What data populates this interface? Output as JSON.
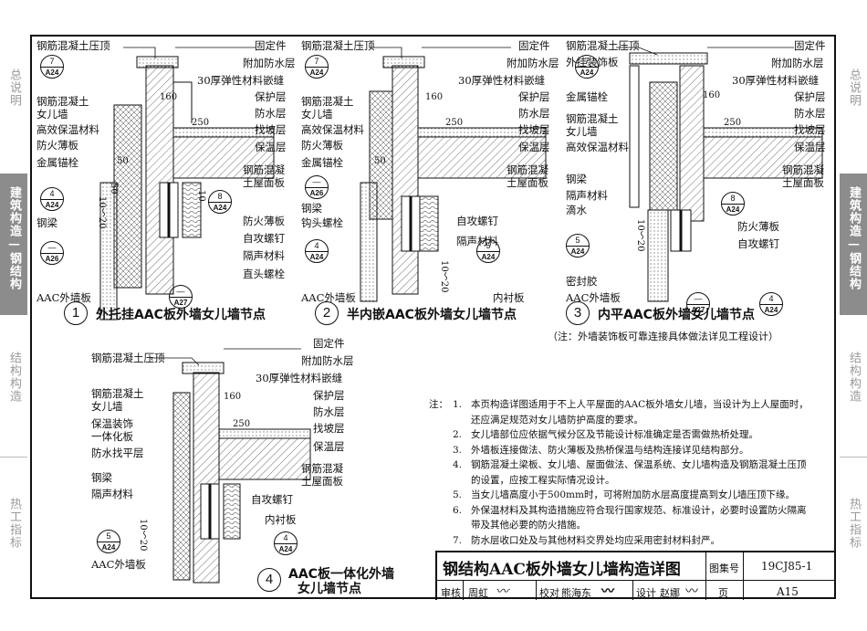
{
  "side_tabs": {
    "left": [
      {
        "label": "总说明",
        "active": false
      },
      {
        "label": "建筑构造—钢结构",
        "active": true
      },
      {
        "label": "结构构造",
        "active": false
      },
      {
        "label": "热工指标",
        "active": false
      }
    ],
    "right": [
      {
        "label": "总说明",
        "active": false
      },
      {
        "label": "建筑构造—钢结构",
        "active": true
      },
      {
        "label": "结构构造",
        "active": false
      },
      {
        "label": "热工指标",
        "active": false
      }
    ]
  },
  "detail1": {
    "number": "1",
    "title": "外托挂AAC板外墙女儿墙节点",
    "labels_left": [
      "钢筋混凝土压顶",
      "钢筋混凝土",
      "女儿墙",
      "高效保温材料",
      "防火薄板",
      "金属锚栓",
      "钢梁",
      "AAC外墙板"
    ],
    "labels_right": [
      "固定件",
      "附加防水层",
      "30厚弹性材料嵌缝",
      "保护层",
      "防水层",
      "找坡层",
      "保温层",
      "钢筋混凝",
      "土屋面板",
      "防火薄板",
      "自攻螺钉",
      "隔声材料",
      "直头螺栓"
    ],
    "dims": [
      "160",
      "250",
      "50",
      "10～20",
      "50",
      "10"
    ],
    "tags": [
      {
        "top": "7",
        "bottom": "A24"
      },
      {
        "top": "4",
        "bottom": "A24"
      },
      {
        "top": "—",
        "bottom": "A26"
      },
      {
        "top": "8",
        "bottom": "A24"
      },
      {
        "top": "—",
        "bottom": "A27"
      }
    ]
  },
  "detail2": {
    "number": "2",
    "title": "半内嵌AAC板外墙女儿墙节点",
    "labels_left": [
      "钢筋混凝土压顶",
      "钢筋混凝土",
      "女儿墙",
      "高效保温材料",
      "防火薄板",
      "金属锚栓",
      "钢梁",
      "钩头螺栓",
      "AAC外墙板"
    ],
    "labels_right": [
      "固定件",
      "附加防水层",
      "30厚弹性材料嵌缝",
      "保护层",
      "防水层",
      "找坡层",
      "保温层",
      "钢筋混凝",
      "土屋面板",
      "自攻螺钉",
      "隔声材料",
      "内衬板"
    ],
    "dims": [
      "160",
      "250",
      "50",
      "10～20"
    ],
    "tags": [
      {
        "top": "7",
        "bottom": "A24"
      },
      {
        "top": "—",
        "bottom": "A26"
      },
      {
        "top": "4",
        "bottom": "A24"
      },
      {
        "top": "5",
        "bottom": "A24"
      }
    ]
  },
  "detail3": {
    "number": "3",
    "title": "内平AAC板外墙女儿墙节点",
    "note": "（注：外墙装饰板可靠连接具体做法详见工程设计）",
    "labels_left": [
      "钢筋混凝土压顶",
      "外挂装饰板",
      "金属锚栓",
      "钢筋混凝土",
      "女儿墙",
      "高效保温材料",
      "钢梁",
      "隔声材料",
      "滴水",
      "密封胶",
      "AAC外墙板"
    ],
    "labels_right": [
      "固定件",
      "附加防水层",
      "30厚弹性材料嵌缝",
      "保护层",
      "防水层",
      "找坡层",
      "保温层",
      "钢筋混凝",
      "土屋面板",
      "防火薄板",
      "自攻螺钉"
    ],
    "dims": [
      "160",
      "250",
      "10～20"
    ],
    "tags": [
      {
        "top": "7",
        "bottom": "A24"
      },
      {
        "top": "8",
        "bottom": "A24"
      },
      {
        "top": "5",
        "bottom": "A24"
      },
      {
        "top": "—",
        "bottom": "A27"
      },
      {
        "top": "4",
        "bottom": "A24"
      }
    ]
  },
  "detail4": {
    "number": "4",
    "title_line1": "AAC板一体化外墙",
    "title_line2": "女儿墙节点",
    "labels_left": [
      "钢筋混凝土压顶",
      "钢筋混凝土",
      "女儿墙",
      "保温装饰",
      "一体化板",
      "防水找平层",
      "钢梁",
      "隔声材料",
      "AAC外墙板"
    ],
    "labels_right": [
      "固定件",
      "附加防水层",
      "30厚弹性材料嵌缝",
      "保护层",
      "防水层",
      "找坡层",
      "保温层",
      "钢筋混凝",
      "土屋面板",
      "自攻螺钉",
      "内衬板"
    ],
    "dims": [
      "160",
      "250",
      "10～20"
    ],
    "tags": [
      {
        "top": "5",
        "bottom": "A24"
      },
      {
        "top": "4",
        "bottom": "A24"
      }
    ]
  },
  "notes": {
    "heading": "注：",
    "items": [
      "本页构造详图适用于不上人平屋面的AAC板外墙女儿墙，当设计为上人屋面时，",
      "还应满足规范对女儿墙防护高度的要求。",
      "女儿墙部位应依据气候分区及节能设计标准确定是否需做热桥处理。",
      "外墙板连接做法、防火薄板及热桥保温与结构连接详见结构部分。",
      "钢筋混凝土梁板、女儿墙、屋面做法、保温系统、女儿墙构造及钢筋混凝土压顶",
      "的设置，应按工程实际情况设计。",
      "当女儿墙高度小于500mm时，可将附加防水层高度提高到女儿墙压顶下缘。",
      "外保温材料及其构造措施应符合现行国家规范、标准设计，必要时设置防火隔离",
      "带及其他必要的防火措施。",
      "防水层收口处及与其他材料交界处均应采用密封材料封严。"
    ],
    "numbers": [
      "1.",
      "",
      "2.",
      "3.",
      "4.",
      "",
      "5.",
      "6.",
      "",
      "7."
    ]
  },
  "title_block": {
    "drawing_title": "钢结构AAC板外墙女儿墙构造详图",
    "atlas_label": "图集号",
    "atlas_number": "19CJ85-1",
    "review_label": "审核",
    "reviewer": "周虹",
    "check_label": "校对",
    "checker": "熊海东",
    "design_label": "设计",
    "designer": "赵娜",
    "page_label": "页",
    "page_number": "A15"
  }
}
